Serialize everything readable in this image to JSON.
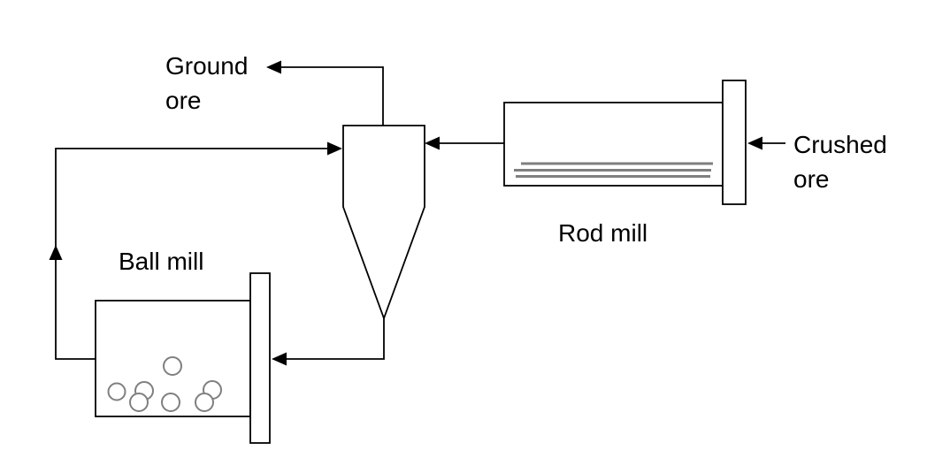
{
  "diagram": {
    "background": "#ffffff",
    "line_color": "#000000",
    "detail_color": "#7f7f7f",
    "labels": {
      "ground_ore": {
        "line1": "Ground",
        "line2": "ore"
      },
      "crushed_ore": {
        "line1": "Crushed",
        "line2": "ore"
      },
      "rod_mill": "Rod mill",
      "ball_mill": "Ball mill"
    },
    "nodes": [
      {
        "id": "rod-mill",
        "label": "Rod mill",
        "type": "mill-with-end-cap",
        "internals": "3 horizontal gray rod lines"
      },
      {
        "id": "classifier",
        "label": "",
        "type": "cyclone-hopper"
      },
      {
        "id": "ball-mill",
        "label": "Ball mill",
        "type": "mill-with-end-cap",
        "internals": "7 gray ball circles"
      }
    ],
    "streams": [
      {
        "from": "outside-right",
        "to": "rod-mill",
        "label": "Crushed ore",
        "direction": "left"
      },
      {
        "from": "rod-mill",
        "to": "classifier",
        "label": "",
        "direction": "left"
      },
      {
        "from": "classifier",
        "to": "outside-left",
        "label": "Ground ore",
        "direction": "left"
      },
      {
        "from": "classifier",
        "to": "ball-mill",
        "label": "",
        "direction": "down-then-left"
      },
      {
        "from": "ball-mill",
        "to": "classifier",
        "label": "",
        "direction": "left-up-right"
      }
    ]
  }
}
